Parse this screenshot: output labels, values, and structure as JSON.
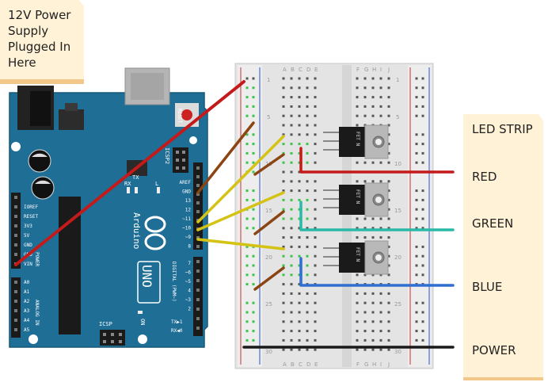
{
  "notes": {
    "power_note": [
      "12V Power",
      "Supply",
      "Plugged In",
      "Here"
    ],
    "led_strip": {
      "title": "LED STRIP",
      "channels": [
        "RED",
        "GREEN",
        "BLUE",
        "POWER"
      ]
    }
  },
  "arduino": {
    "brand": "Arduino",
    "model": "UNO",
    "reset": "RESET",
    "icsp2": "ICSP2",
    "icsp": "ICSP",
    "tx": "TX",
    "rx": "RX",
    "led_l": "L",
    "on": "ON",
    "tx_pin": "TX▶1",
    "rx_pin": "RX◀0",
    "digital_label": "DIGITAL (PWM~)",
    "power_label": "POWER",
    "analog_label": "ANALOG IN",
    "power_pins": [
      "IOREF",
      "RESET",
      "3V3",
      "5V",
      "GND",
      "GND",
      "VIN"
    ],
    "analog_pins": [
      "A0",
      "A1",
      "A2",
      "A3",
      "A4",
      "A5"
    ],
    "digital_top": [
      "AREF",
      "GND",
      "13",
      "12",
      "~11",
      "~10",
      "~9",
      "8"
    ],
    "digital_bottom": [
      "7",
      "~6",
      "~5",
      "4",
      "~3",
      "2"
    ]
  },
  "breadboard": {
    "columns_left": [
      "A",
      "B",
      "C",
      "D",
      "E"
    ],
    "columns_right": [
      "F",
      "G",
      "H",
      "I",
      "J"
    ],
    "row_numbers": [
      "1",
      "5",
      "10",
      "15",
      "20",
      "25",
      "30"
    ]
  },
  "mosfets": [
    {
      "label": "FET N"
    },
    {
      "label": "FET N"
    },
    {
      "label": "FET N"
    }
  ],
  "colors": {
    "board": "#1f6e96",
    "wire_red": "#c41a1a",
    "wire_green": "#2ab9a6",
    "wire_blue": "#2f6fd1",
    "wire_black": "#1a1a1a",
    "wire_brown": "#8b4513",
    "wire_yellow": "#d4c315",
    "note": "#fff2d6"
  }
}
